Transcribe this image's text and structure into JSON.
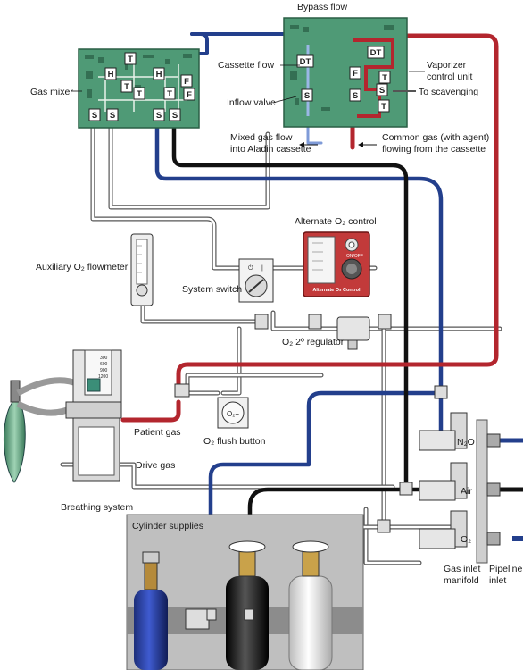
{
  "labels": {
    "bypass_flow": "Bypass flow",
    "cassette_flow": "Cassette flow",
    "vaporizer_control_unit": [
      "Vaporizer",
      "control unit"
    ],
    "to_scavenging": "To scavenging",
    "gas_mixer": "Gas mixer",
    "inflow_valve": "Inflow valve",
    "mixed_gas_flow": [
      "Mixed gas flow",
      "into Aladin cassette"
    ],
    "common_gas": [
      "Common gas (with agent)",
      "flowing from the cassette"
    ],
    "alternate_o2_control": "Alternate O₂ control",
    "auxiliary_o2_flowmeter": "Auxiliary O₂ flowmeter",
    "system_switch": "System switch",
    "o2_2nd_regulator": "O₂ 2º regulator",
    "patient_gas": "Patient gas",
    "o2_flush_button": "O₂ flush button",
    "drive_gas": "Drive gas",
    "breathing_system": "Breathing system",
    "cylinder_supplies": "Cylinder supplies",
    "gas_inlet_manifold": [
      "Gas inlet",
      "manifold"
    ],
    "pipeline_inlet": [
      "Pipeline",
      "inlet"
    ],
    "n2o": "N₂O",
    "air": "Air",
    "o2": "O₂",
    "o2_plus": "O₂+",
    "alt_panel_text": "Alternate O₂ Control",
    "on_off": "ON/OFF",
    "bellows_scale": [
      "300",
      "600",
      "900",
      "1200"
    ]
  },
  "board_letters": {
    "gas_mixer": [
      "T",
      "H",
      "T",
      "H",
      "F",
      "T",
      "F",
      "T",
      "S",
      "S",
      "S",
      "S"
    ],
    "vaporizer": [
      "DT",
      "DT",
      "F",
      "T",
      "S",
      "S",
      "S",
      "T"
    ]
  },
  "colors": {
    "o2": "#233f8c",
    "air": "#111111",
    "common_gas": "#b3262e",
    "scavenging": "#888888",
    "board": "#4f9a76",
    "cylinder_box": "#bfbfbf"
  }
}
